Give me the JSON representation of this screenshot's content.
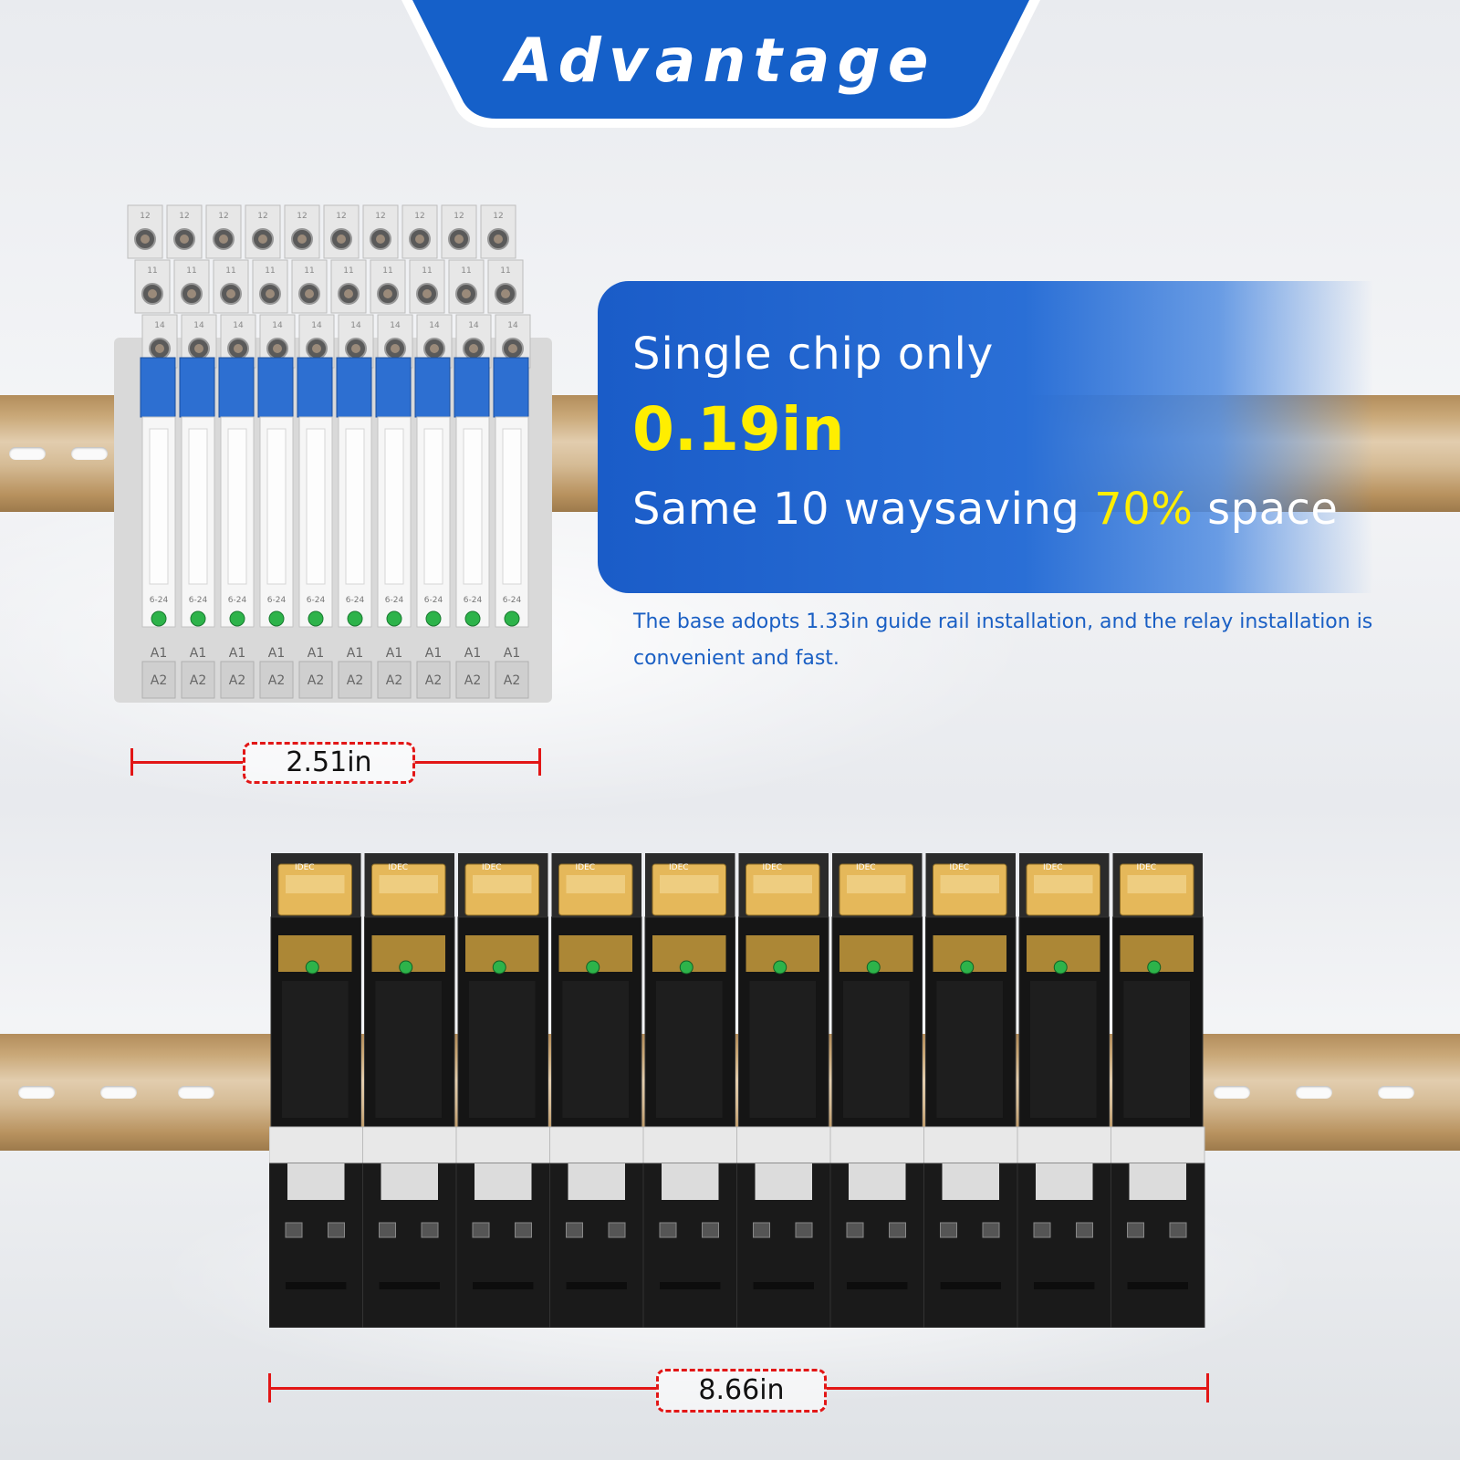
{
  "header": {
    "title": "Advantage"
  },
  "info": {
    "line1": "Single chip only",
    "line2": "0.19in",
    "line3_prefix": "Same 10 waysaving ",
    "line3_highlight": "70%",
    "line3_suffix": " space",
    "note": "The base adopts 1.33in guide rail installation, and the relay installation is convenient and fast."
  },
  "top_module": {
    "count": 10,
    "terminal_rows": [
      "12",
      "11",
      "14"
    ],
    "voltage_label": "6-24",
    "coil_labels": [
      "A1",
      "A2"
    ],
    "dimension": "2.51in"
  },
  "bottom_module": {
    "count": 10,
    "brand": "IDEC",
    "dimension": "8.66in"
  },
  "colors": {
    "brand_blue": "#1a5fc4",
    "highlight": "#ffee00",
    "dimension_red": "#e21616",
    "led_green": "#2db34a"
  }
}
